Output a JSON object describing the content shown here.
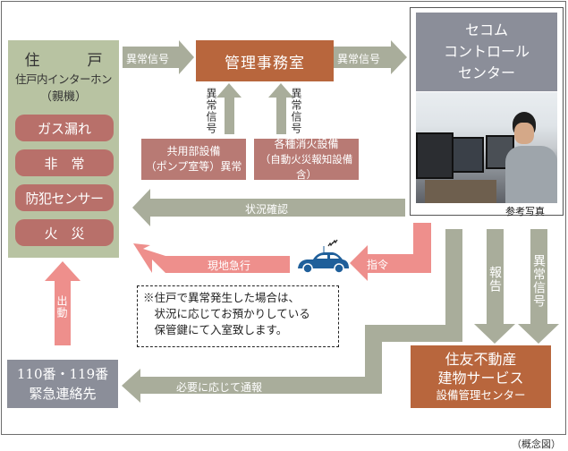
{
  "diagram": {
    "caption": "（概念図）",
    "dwelling": {
      "title": "住　戸",
      "subtitle": "住戸内インターホン",
      "subtitle2": "（親機）",
      "alerts": [
        "ガス漏れ",
        "非　常",
        "防犯センサー",
        "火　災"
      ]
    },
    "management_office": {
      "label": "管理事務室"
    },
    "secom_center": {
      "lines": [
        "セコム",
        "コントロール",
        "センター"
      ],
      "photo_caption": "参考写真"
    },
    "common_equipment": {
      "line1": "共用部設備",
      "line2": "（ポンプ室等）異常"
    },
    "fire_equipment": {
      "line1": "各種消火設備",
      "line2": "（自動火災報知設備含）"
    },
    "emergency_contact": {
      "line1": "110番・119番",
      "line2": "緊急連絡先"
    },
    "sumitomo_center": {
      "line1": "住友不動産",
      "line2": "建物サービス",
      "line3": "設備管理センター"
    },
    "note": {
      "line1": "※住戸で異常発生した場合は、",
      "line2": "　状況に応じてお預かりしている",
      "line3": "　保管鍵にて入室致します。"
    },
    "arrows": {
      "dwelling_to_office": "異常信号",
      "office_to_secom": "異常信号",
      "common_to_office": "異常信号",
      "fire_to_office": "異常信号",
      "secom_to_dwelling": "状況確認",
      "rush_to_site": "現地急行",
      "dispatch": "指令",
      "emergency_dispatch": "出動",
      "notify_if_needed": "必要に応じて通報",
      "report": "報告",
      "abnormal_signal_to_sumitomo": "異常信号"
    },
    "colors": {
      "gray_arrow": "#a9ad9b",
      "pink_arrow": "#ee8f8c",
      "orange_box": "#b8663d",
      "rose_box": "#b87a74",
      "dwelling_bg": "#b8c3a2",
      "slate_box": "#8b8e99",
      "car_blue": "#1f5f9a"
    }
  }
}
